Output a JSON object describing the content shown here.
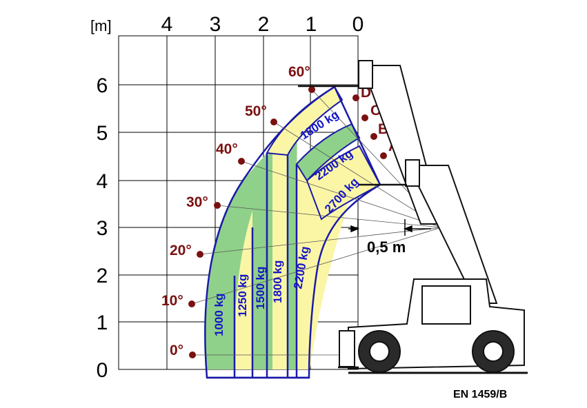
{
  "axes": {
    "unit_label": "[m]",
    "x_ticks": [
      "4",
      "3",
      "2",
      "1",
      "0"
    ],
    "y_ticks": [
      "6",
      "5",
      "4",
      "3",
      "2",
      "1",
      "0"
    ]
  },
  "angles": [
    "60°",
    "50°",
    "40°",
    "30°",
    "20°",
    "10°",
    "0°"
  ],
  "extensions": [
    "D",
    "C",
    "B",
    "A"
  ],
  "load_zones": {
    "upper": [
      "1800 kg",
      "2200 kg",
      "2700 kg"
    ],
    "lower": [
      "1000 kg",
      "1250 kg",
      "1500 kg",
      "1800 kg",
      "2200 kg"
    ]
  },
  "scale_label": "0,5 m",
  "code": "EN 1459/B",
  "colors": {
    "green": "#8fd18a",
    "yellow": "#fbf6a6",
    "load_text": "#1414c8",
    "angle_text": "#7a1010",
    "outline": "#1a1aa8"
  }
}
